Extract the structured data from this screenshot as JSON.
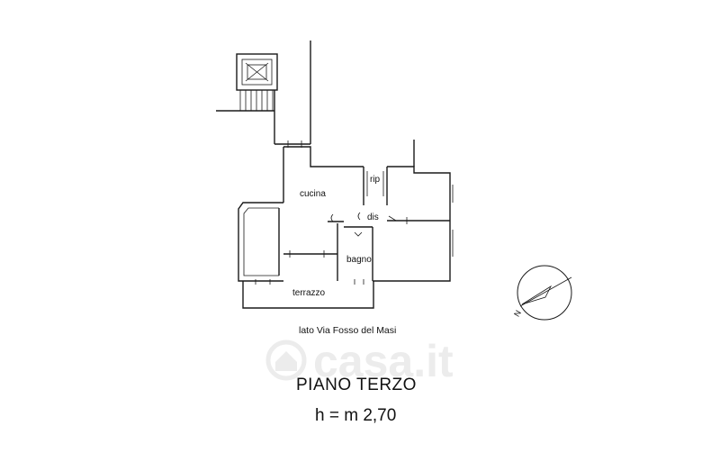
{
  "rooms": {
    "cucina": "cucina",
    "rip": "rip",
    "dis": "dis",
    "bagno": "bagno",
    "terrazzo": "terrazzo"
  },
  "street_side": "lato Via Fosso del Masi",
  "floor_title": "PIANO TERZO",
  "height_label": "h = m 2,70",
  "compass": {
    "north_label": "N"
  },
  "watermark": {
    "text": "casa.it",
    "color": "#e8e8e8"
  },
  "colors": {
    "ink": "#1a1a1a",
    "background": "#ffffff"
  }
}
